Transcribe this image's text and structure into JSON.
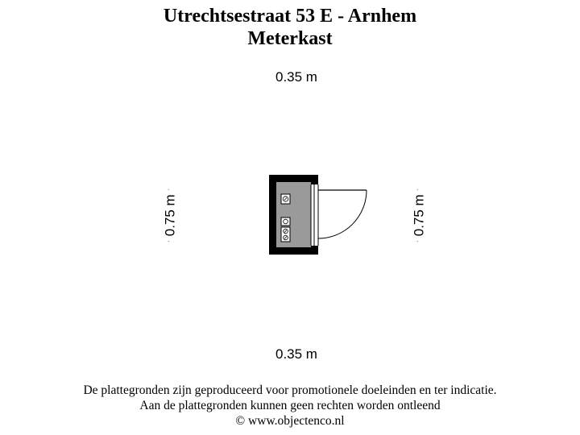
{
  "header": {
    "title": "Utrechtsestraat 53 E - Arnhem",
    "subtitle": "Meterkast"
  },
  "dimensions": {
    "top": "0.35 m",
    "bottom": "0.35 m",
    "left": "0.75 m",
    "right": "0.75 m"
  },
  "colors": {
    "wall": "#000000",
    "floor": "#9a9a9a",
    "line": "#000000"
  },
  "footer": {
    "line1": "De plattegronden zijn geproduceerd voor promotionele doeleinden en ter indicatie.",
    "line2": "Aan de plattegronden kunnen geen rechten worden ontleend",
    "line3": "© www.objectenco.nl"
  }
}
